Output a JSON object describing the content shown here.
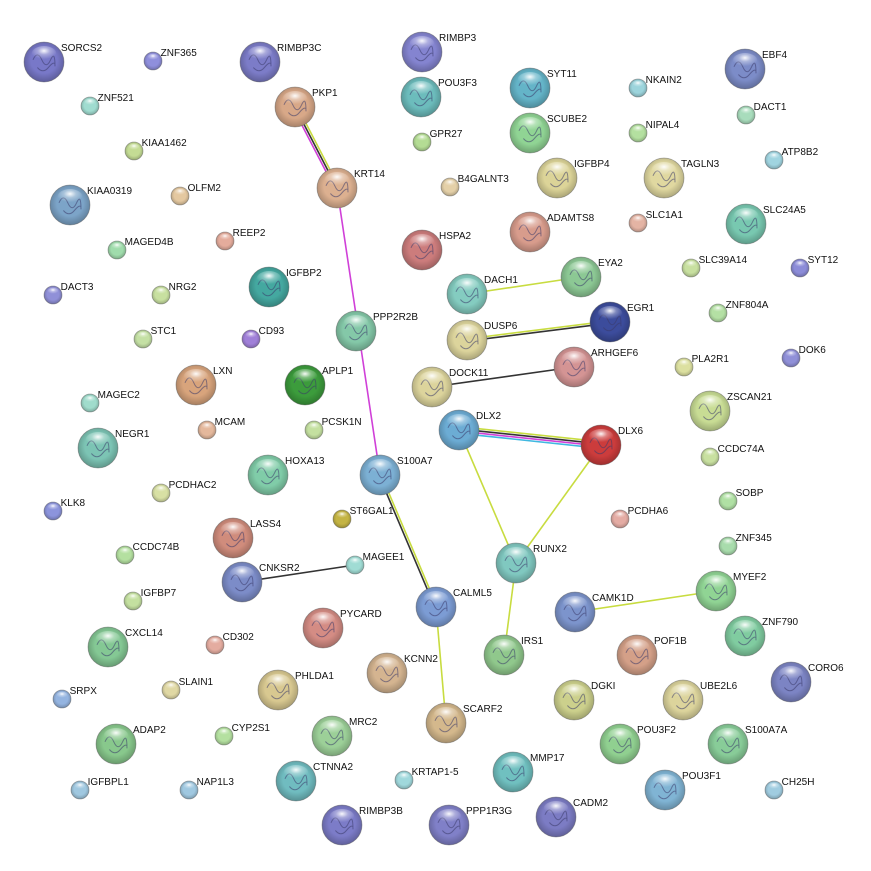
{
  "nodes": [
    {
      "id": "SORCS2",
      "label": "SORCS2",
      "color": "#7878c8",
      "size": "large",
      "structure": true
    },
    {
      "id": "ZNF365",
      "label": "ZNF365",
      "color": "#8f8fdc",
      "size": "small",
      "structure": false
    },
    {
      "id": "RIMBP3C",
      "label": "RIMBP3C",
      "color": "#7c7cc8",
      "size": "large",
      "structure": true
    },
    {
      "id": "RIMBP3",
      "label": "RIMBP3",
      "color": "#8484d0",
      "size": "large",
      "structure": true
    },
    {
      "id": "POU3F3",
      "label": "POU3F3",
      "color": "#6cbcbc",
      "size": "large",
      "structure": true
    },
    {
      "id": "SYT11",
      "label": "SYT11",
      "color": "#64b4c8",
      "size": "large",
      "structure": true
    },
    {
      "id": "NKAIN2",
      "label": "NKAIN2",
      "color": "#9cd4dc",
      "size": "small",
      "structure": false
    },
    {
      "id": "EBF4",
      "label": "EBF4",
      "color": "#7c8cc8",
      "size": "large",
      "structure": true
    },
    {
      "id": "ZNF521",
      "label": "ZNF521",
      "color": "#a0dcd0",
      "size": "small",
      "structure": false
    },
    {
      "id": "PKP1",
      "label": "PKP1",
      "color": "#d8a888",
      "size": "large",
      "structure": true
    },
    {
      "id": "GPR27",
      "label": "GPR27",
      "color": "#b4dc94",
      "size": "small",
      "structure": false
    },
    {
      "id": "SCUBE2",
      "label": "SCUBE2",
      "color": "#90d494",
      "size": "large",
      "structure": true
    },
    {
      "id": "NIPAL4",
      "label": "NIPAL4",
      "color": "#b4e0a0",
      "size": "small",
      "structure": false
    },
    {
      "id": "DACT1",
      "label": "DACT1",
      "color": "#a8dcbc",
      "size": "small",
      "structure": false
    },
    {
      "id": "KIAA1462",
      "label": "KIAA1462",
      "color": "#c4dc94",
      "size": "small",
      "structure": false
    },
    {
      "id": "ATP8B2",
      "label": "ATP8B2",
      "color": "#a0d4e0",
      "size": "small",
      "structure": false
    },
    {
      "id": "IGFBP4",
      "label": "IGFBP4",
      "color": "#dcd498",
      "size": "large",
      "structure": true
    },
    {
      "id": "TAGLN3",
      "label": "TAGLN3",
      "color": "#e0d8a0",
      "size": "large",
      "structure": true
    },
    {
      "id": "KRT14",
      "label": "KRT14",
      "color": "#dcb090",
      "size": "large",
      "structure": true
    },
    {
      "id": "B4GALNT3",
      "label": "B4GALNT3",
      "color": "#e4d0a8",
      "size": "small",
      "structure": false
    },
    {
      "id": "KIAA0319",
      "label": "KIAA0319",
      "color": "#7ca4c8",
      "size": "large",
      "structure": true
    },
    {
      "id": "OLFM2",
      "label": "OLFM2",
      "color": "#e4c8a0",
      "size": "small",
      "structure": false
    },
    {
      "id": "ADAMTS8",
      "label": "ADAMTS8",
      "color": "#d89c8c",
      "size": "large",
      "structure": true
    },
    {
      "id": "SLC1A1",
      "label": "SLC1A1",
      "color": "#e4b4a4",
      "size": "small",
      "structure": false
    },
    {
      "id": "SLC24A5",
      "label": "SLC24A5",
      "color": "#78c8b0",
      "size": "large",
      "structure": true
    },
    {
      "id": "REEP2",
      "label": "REEP2",
      "color": "#e4ac9c",
      "size": "small",
      "structure": false
    },
    {
      "id": "MAGED4B",
      "label": "MAGED4B",
      "color": "#a0dcac",
      "size": "small",
      "structure": false
    },
    {
      "id": "IGFBP2",
      "label": "IGFBP2",
      "color": "#44a8a0",
      "size": "large",
      "structure": true
    },
    {
      "id": "HSPA2",
      "label": "HSPA2",
      "color": "#cc7c7c",
      "size": "large",
      "structure": true
    },
    {
      "id": "DACH1",
      "label": "DACH1",
      "color": "#84ccc0",
      "size": "large",
      "structure": true
    },
    {
      "id": "EYA2",
      "label": "EYA2",
      "color": "#8cc894",
      "size": "large",
      "structure": true
    },
    {
      "id": "SLC39A14",
      "label": "SLC39A14",
      "color": "#c8e0a0",
      "size": "small",
      "structure": false
    },
    {
      "id": "SYT12",
      "label": "SYT12",
      "color": "#8c8cd8",
      "size": "small",
      "structure": false
    },
    {
      "id": "DACT3",
      "label": "DACT3",
      "color": "#9090d8",
      "size": "small",
      "structure": false
    },
    {
      "id": "NRG2",
      "label": "NRG2",
      "color": "#c8e0a0",
      "size": "small",
      "structure": false
    },
    {
      "id": "EGR1",
      "label": "EGR1",
      "color": "#3c4c9c",
      "size": "large",
      "structure": true
    },
    {
      "id": "ZNF804A",
      "label": "ZNF804A",
      "color": "#b4e0a4",
      "size": "small",
      "structure": false
    },
    {
      "id": "PPP2R2B",
      "label": "PPP2R2B",
      "color": "#84c8a8",
      "size": "large",
      "structure": true
    },
    {
      "id": "STC1",
      "label": "STC1",
      "color": "#c4e0a4",
      "size": "small",
      "structure": false
    },
    {
      "id": "CD93",
      "label": "CD93",
      "color": "#a080d8",
      "size": "small",
      "structure": false
    },
    {
      "id": "DUSP6",
      "label": "DUSP6",
      "color": "#dcd49c",
      "size": "large",
      "structure": true
    },
    {
      "id": "ARHGEF6",
      "label": "ARHGEF6",
      "color": "#d49494",
      "size": "large",
      "structure": true
    },
    {
      "id": "PLA2R1",
      "label": "PLA2R1",
      "color": "#dce0a0",
      "size": "small",
      "structure": false
    },
    {
      "id": "DOK6",
      "label": "DOK6",
      "color": "#9090d8",
      "size": "small",
      "structure": false
    },
    {
      "id": "LXN",
      "label": "LXN",
      "color": "#d8a47c",
      "size": "large",
      "structure": true
    },
    {
      "id": "APLP1",
      "label": "APLP1",
      "color": "#3c9c3c",
      "size": "large",
      "structure": true
    },
    {
      "id": "DOCK11",
      "label": "DOCK11",
      "color": "#dcd49c",
      "size": "large",
      "structure": true
    },
    {
      "id": "ZSCAN21",
      "label": "ZSCAN21",
      "color": "#c8dc94",
      "size": "large",
      "structure": true
    },
    {
      "id": "MAGEC2",
      "label": "MAGEC2",
      "color": "#a0dccc",
      "size": "small",
      "structure": false
    },
    {
      "id": "MCAM",
      "label": "MCAM",
      "color": "#e4b89c",
      "size": "small",
      "structure": false
    },
    {
      "id": "PCSK1N",
      "label": "PCSK1N",
      "color": "#c4e0a0",
      "size": "small",
      "structure": false
    },
    {
      "id": "DLX2",
      "label": "DLX2",
      "color": "#6cacd4",
      "size": "large",
      "structure": true
    },
    {
      "id": "DLX6",
      "label": "DLX6",
      "color": "#cc3c3c",
      "size": "large",
      "structure": true
    },
    {
      "id": "NEGR1",
      "label": "NEGR1",
      "color": "#7cc4b4",
      "size": "large",
      "structure": true
    },
    {
      "id": "CCDC74A",
      "label": "CCDC74A",
      "color": "#c8e0a0",
      "size": "small",
      "structure": false
    },
    {
      "id": "HOXA13",
      "label": "HOXA13",
      "color": "#80cca8",
      "size": "large",
      "structure": true
    },
    {
      "id": "S100A7",
      "label": "S100A7",
      "color": "#7cb0d4",
      "size": "large",
      "structure": true
    },
    {
      "id": "PCDHAC2",
      "label": "PCDHAC2",
      "color": "#d8e0a4",
      "size": "small",
      "structure": false
    },
    {
      "id": "SOBP",
      "label": "SOBP",
      "color": "#b0e0a4",
      "size": "small",
      "structure": false
    },
    {
      "id": "KLK8",
      "label": "KLK8",
      "color": "#8c94dc",
      "size": "small",
      "structure": false
    },
    {
      "id": "ST6GAL1",
      "label": "ST6GAL1",
      "color": "#c4b444",
      "size": "small",
      "structure": false
    },
    {
      "id": "LASS4",
      "label": "LASS4",
      "color": "#d08c7c",
      "size": "large",
      "structure": true
    },
    {
      "id": "PCDHA6",
      "label": "PCDHA6",
      "color": "#e4aca4",
      "size": "small",
      "structure": false
    },
    {
      "id": "RUNX2",
      "label": "RUNX2",
      "color": "#80c8c0",
      "size": "large",
      "structure": true
    },
    {
      "id": "ZNF345",
      "label": "ZNF345",
      "color": "#a8dcac",
      "size": "small",
      "structure": false
    },
    {
      "id": "CCDC74B",
      "label": "CCDC74B",
      "color": "#b4e0a0",
      "size": "small",
      "structure": false
    },
    {
      "id": "CNKSR2",
      "label": "CNKSR2",
      "color": "#7c8cc8",
      "size": "large",
      "structure": true
    },
    {
      "id": "MAGEE1",
      "label": "MAGEE1",
      "color": "#a0dcd4",
      "size": "small",
      "structure": false
    },
    {
      "id": "MYEF2",
      "label": "MYEF2",
      "color": "#90d494",
      "size": "large",
      "structure": true
    },
    {
      "id": "IGFBP7",
      "label": "IGFBP7",
      "color": "#c4e0a0",
      "size": "small",
      "structure": false
    },
    {
      "id": "CALML5",
      "label": "CALML5",
      "color": "#7c9cd4",
      "size": "large",
      "structure": true
    },
    {
      "id": "CAMK1D",
      "label": "CAMK1D",
      "color": "#7c94cc",
      "size": "large",
      "structure": true
    },
    {
      "id": "PYCARD",
      "label": "PYCARD",
      "color": "#d48c84",
      "size": "large",
      "structure": true
    },
    {
      "id": "CXCL14",
      "label": "CXCL14",
      "color": "#84c894",
      "size": "large",
      "structure": true
    },
    {
      "id": "ZNF790",
      "label": "ZNF790",
      "color": "#80cca0",
      "size": "large",
      "structure": true
    },
    {
      "id": "CD302",
      "label": "CD302",
      "color": "#e4aca0",
      "size": "small",
      "structure": false
    },
    {
      "id": "IRS1",
      "label": "IRS1",
      "color": "#90c88c",
      "size": "large",
      "structure": true
    },
    {
      "id": "POF1B",
      "label": "POF1B",
      "color": "#d4a088",
      "size": "large",
      "structure": true
    },
    {
      "id": "KCNN2",
      "label": "KCNN2",
      "color": "#d4b490",
      "size": "large",
      "structure": true
    },
    {
      "id": "CORO6",
      "label": "CORO6",
      "color": "#7c84c4",
      "size": "large",
      "structure": true
    },
    {
      "id": "SLAIN1",
      "label": "SLAIN1",
      "color": "#e0d8a4",
      "size": "small",
      "structure": false
    },
    {
      "id": "PHLDA1",
      "label": "PHLDA1",
      "color": "#d8c890",
      "size": "large",
      "structure": true
    },
    {
      "id": "DGKI",
      "label": "DGKI",
      "color": "#ccd08c",
      "size": "large",
      "structure": true
    },
    {
      "id": "UBE2L6",
      "label": "UBE2L6",
      "color": "#dcd49c",
      "size": "large",
      "structure": true
    },
    {
      "id": "SRPX",
      "label": "SRPX",
      "color": "#94b4e0",
      "size": "small",
      "structure": false
    },
    {
      "id": "SCARF2",
      "label": "SCARF2",
      "color": "#d4b88c",
      "size": "large",
      "structure": true
    },
    {
      "id": "ADAP2",
      "label": "ADAP2",
      "color": "#88c88c",
      "size": "large",
      "structure": true
    },
    {
      "id": "CYP2S1",
      "label": "CYP2S1",
      "color": "#b4e0a0",
      "size": "small",
      "structure": false
    },
    {
      "id": "MRC2",
      "label": "MRC2",
      "color": "#9cd098",
      "size": "large",
      "structure": true
    },
    {
      "id": "POU3F2",
      "label": "POU3F2",
      "color": "#90d090",
      "size": "large",
      "structure": true
    },
    {
      "id": "S100A7A",
      "label": "S100A7A",
      "color": "#88cc98",
      "size": "large",
      "structure": true
    },
    {
      "id": "CTNNA2",
      "label": "CTNNA2",
      "color": "#70bcc0",
      "size": "large",
      "structure": true
    },
    {
      "id": "MMP17",
      "label": "MMP17",
      "color": "#70c0c0",
      "size": "large",
      "structure": true
    },
    {
      "id": "KRTAP1-5",
      "label": "KRTAP1-5",
      "color": "#a0d8dc",
      "size": "small",
      "structure": false
    },
    {
      "id": "IGFBPL1",
      "label": "IGFBPL1",
      "color": "#a0c8e0",
      "size": "small",
      "structure": false
    },
    {
      "id": "NAP1L3",
      "label": "NAP1L3",
      "color": "#a0c8e0",
      "size": "small",
      "structure": false
    },
    {
      "id": "POU3F1",
      "label": "POU3F1",
      "color": "#80b4d4",
      "size": "large",
      "structure": true
    },
    {
      "id": "CH25H",
      "label": "CH25H",
      "color": "#a0cce0",
      "size": "small",
      "structure": false
    },
    {
      "id": "CADM2",
      "label": "CADM2",
      "color": "#7c7cc4",
      "size": "large",
      "structure": true
    },
    {
      "id": "RIMBP3B",
      "label": "RIMBP3B",
      "color": "#7c7cc8",
      "size": "large",
      "structure": true
    },
    {
      "id": "PPP1R3G",
      "label": "PPP1R3G",
      "color": "#8080c8",
      "size": "large",
      "structure": true
    }
  ],
  "edges": [
    {
      "source": "PKP1",
      "target": "KRT14",
      "types": [
        "textmining",
        "coexpression",
        "experiments"
      ]
    },
    {
      "source": "KRT14",
      "target": "S100A7",
      "types": [
        "experiments"
      ]
    },
    {
      "source": "DACH1",
      "target": "EYA2",
      "types": [
        "textmining"
      ]
    },
    {
      "source": "DUSP6",
      "target": "EGR1",
      "types": [
        "textmining",
        "coexpression"
      ]
    },
    {
      "source": "DOCK11",
      "target": "ARHGEF6",
      "types": [
        "coexpression"
      ]
    },
    {
      "source": "DLX2",
      "target": "DLX6",
      "types": [
        "textmining",
        "coexpression",
        "experiments",
        "database"
      ]
    },
    {
      "source": "DLX2",
      "target": "RUNX2",
      "types": [
        "textmining"
      ]
    },
    {
      "source": "DLX6",
      "target": "RUNX2",
      "types": [
        "textmining"
      ]
    },
    {
      "source": "RUNX2",
      "target": "IRS1",
      "types": [
        "textmining"
      ]
    },
    {
      "source": "S100A7",
      "target": "CALML5",
      "types": [
        "textmining",
        "coexpression"
      ]
    },
    {
      "source": "CALML5",
      "target": "SCARF2",
      "types": [
        "textmining"
      ]
    },
    {
      "source": "CNKSR2",
      "target": "MAGEE1",
      "types": [
        "coexpression"
      ]
    },
    {
      "source": "CAMK1D",
      "target": "MYEF2",
      "types": [
        "textmining"
      ]
    }
  ],
  "edge_colors": {
    "textmining": "#c8dc40",
    "coexpression": "#333333",
    "experiments": "#d040d8",
    "database": "#40b8e0"
  }
}
